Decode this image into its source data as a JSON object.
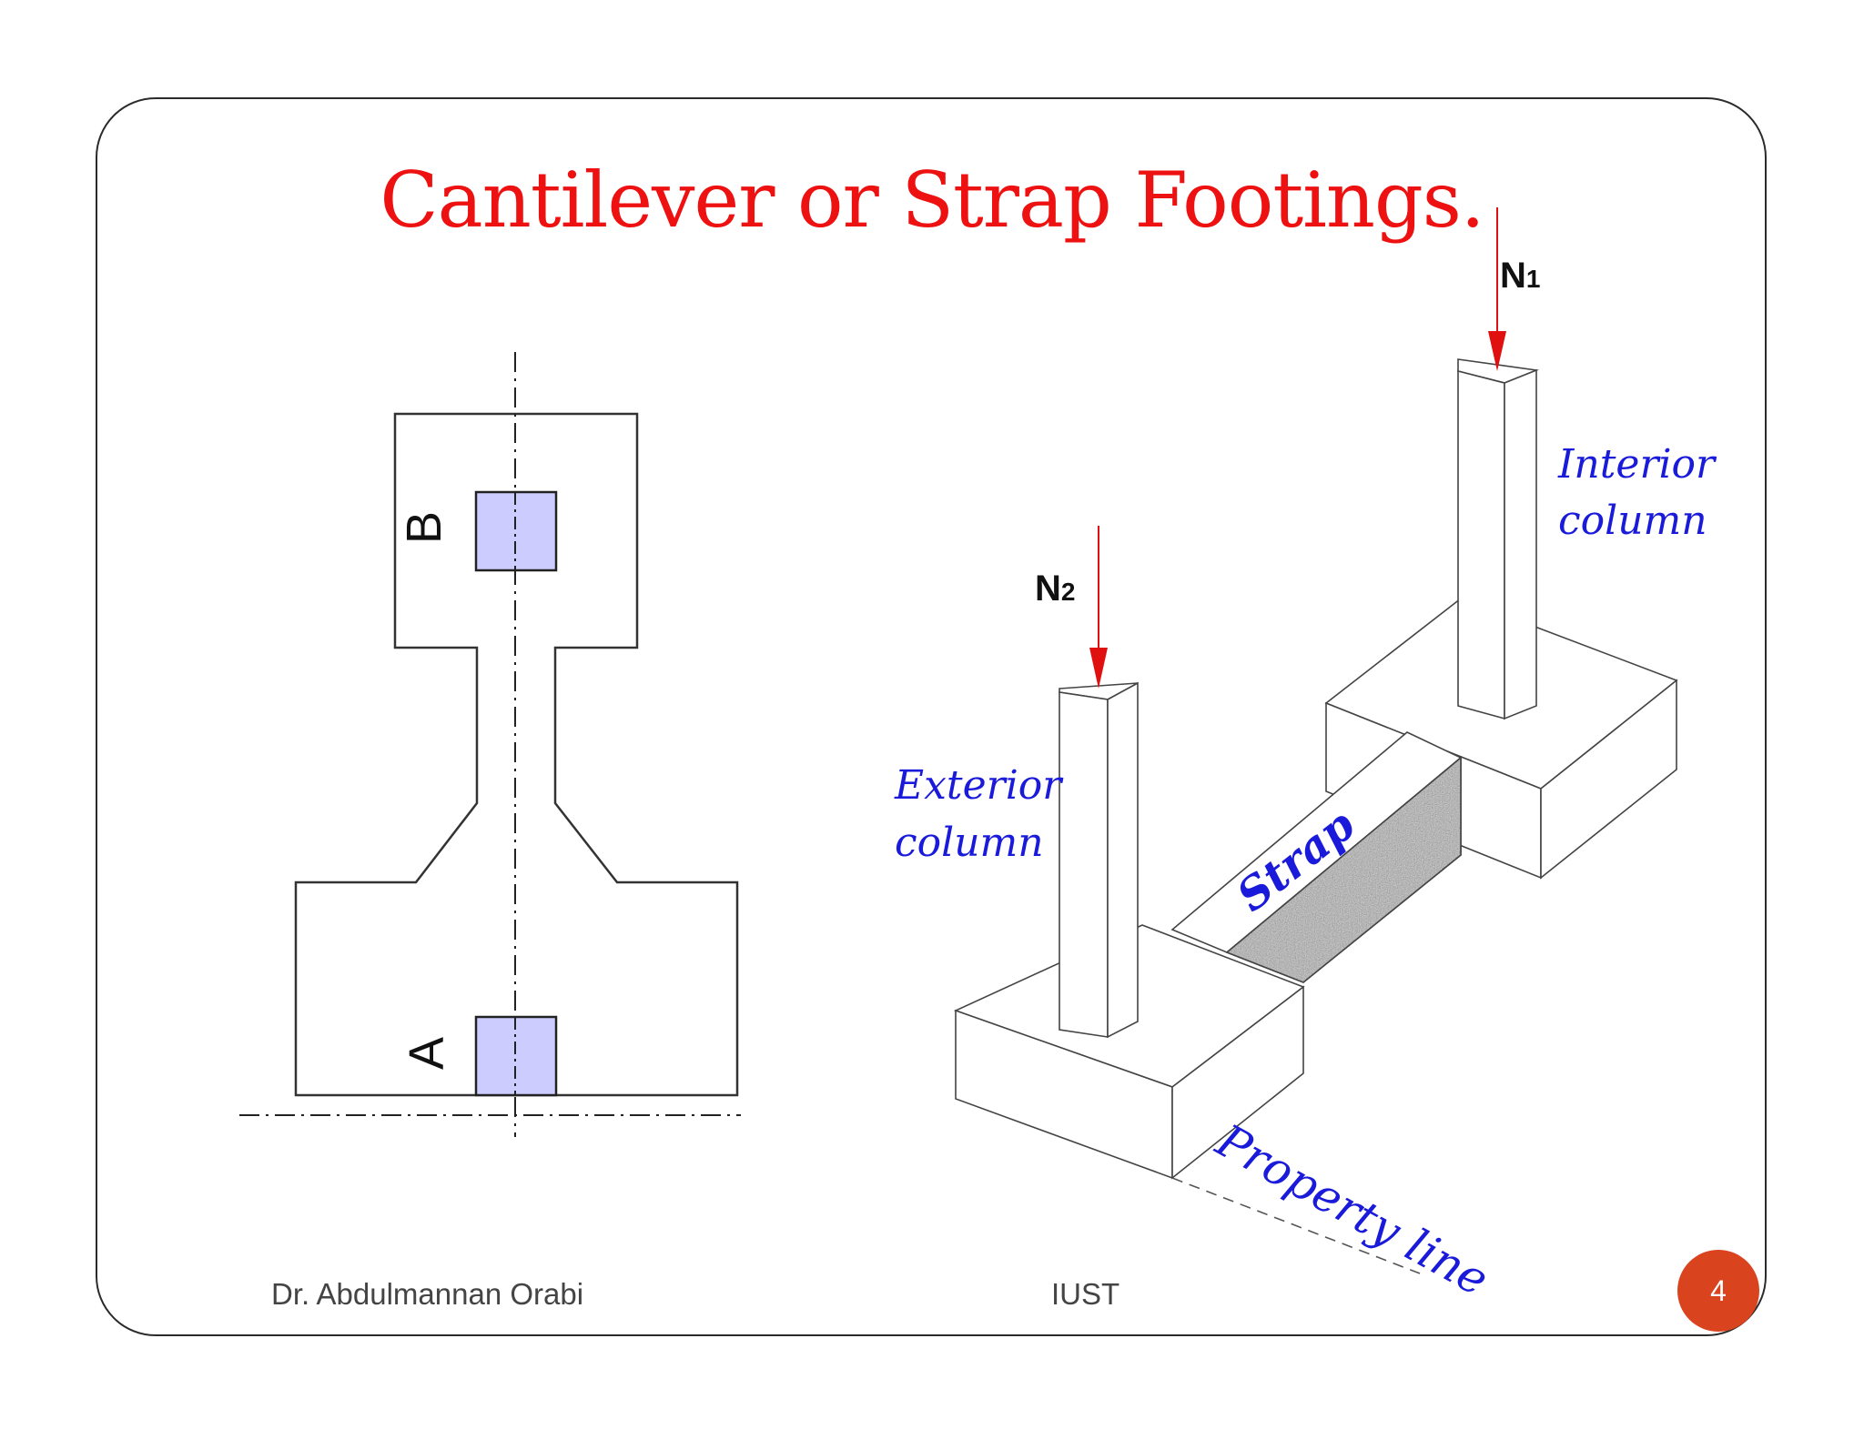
{
  "slide": {
    "title": "Cantilever or Strap Footings.",
    "footer_author": "Dr. Abdulmannan Orabi",
    "footer_org": "IUST",
    "page_number": "4"
  },
  "plan_diagram": {
    "label_b": "B",
    "label_a": "A",
    "column_fill": "#ccccff"
  },
  "iso_diagram": {
    "load_n1": "N",
    "load_n1_sub": "1",
    "load_n2": "N",
    "load_n2_sub": "2",
    "interior_line1": "Interior",
    "interior_line2": "column",
    "exterior_line1": "Exterior",
    "exterior_line2": "column",
    "strap_label": "Strap",
    "property_label": "Property line",
    "label_color": "#1a1adb",
    "arrow_color": "#e01010"
  }
}
